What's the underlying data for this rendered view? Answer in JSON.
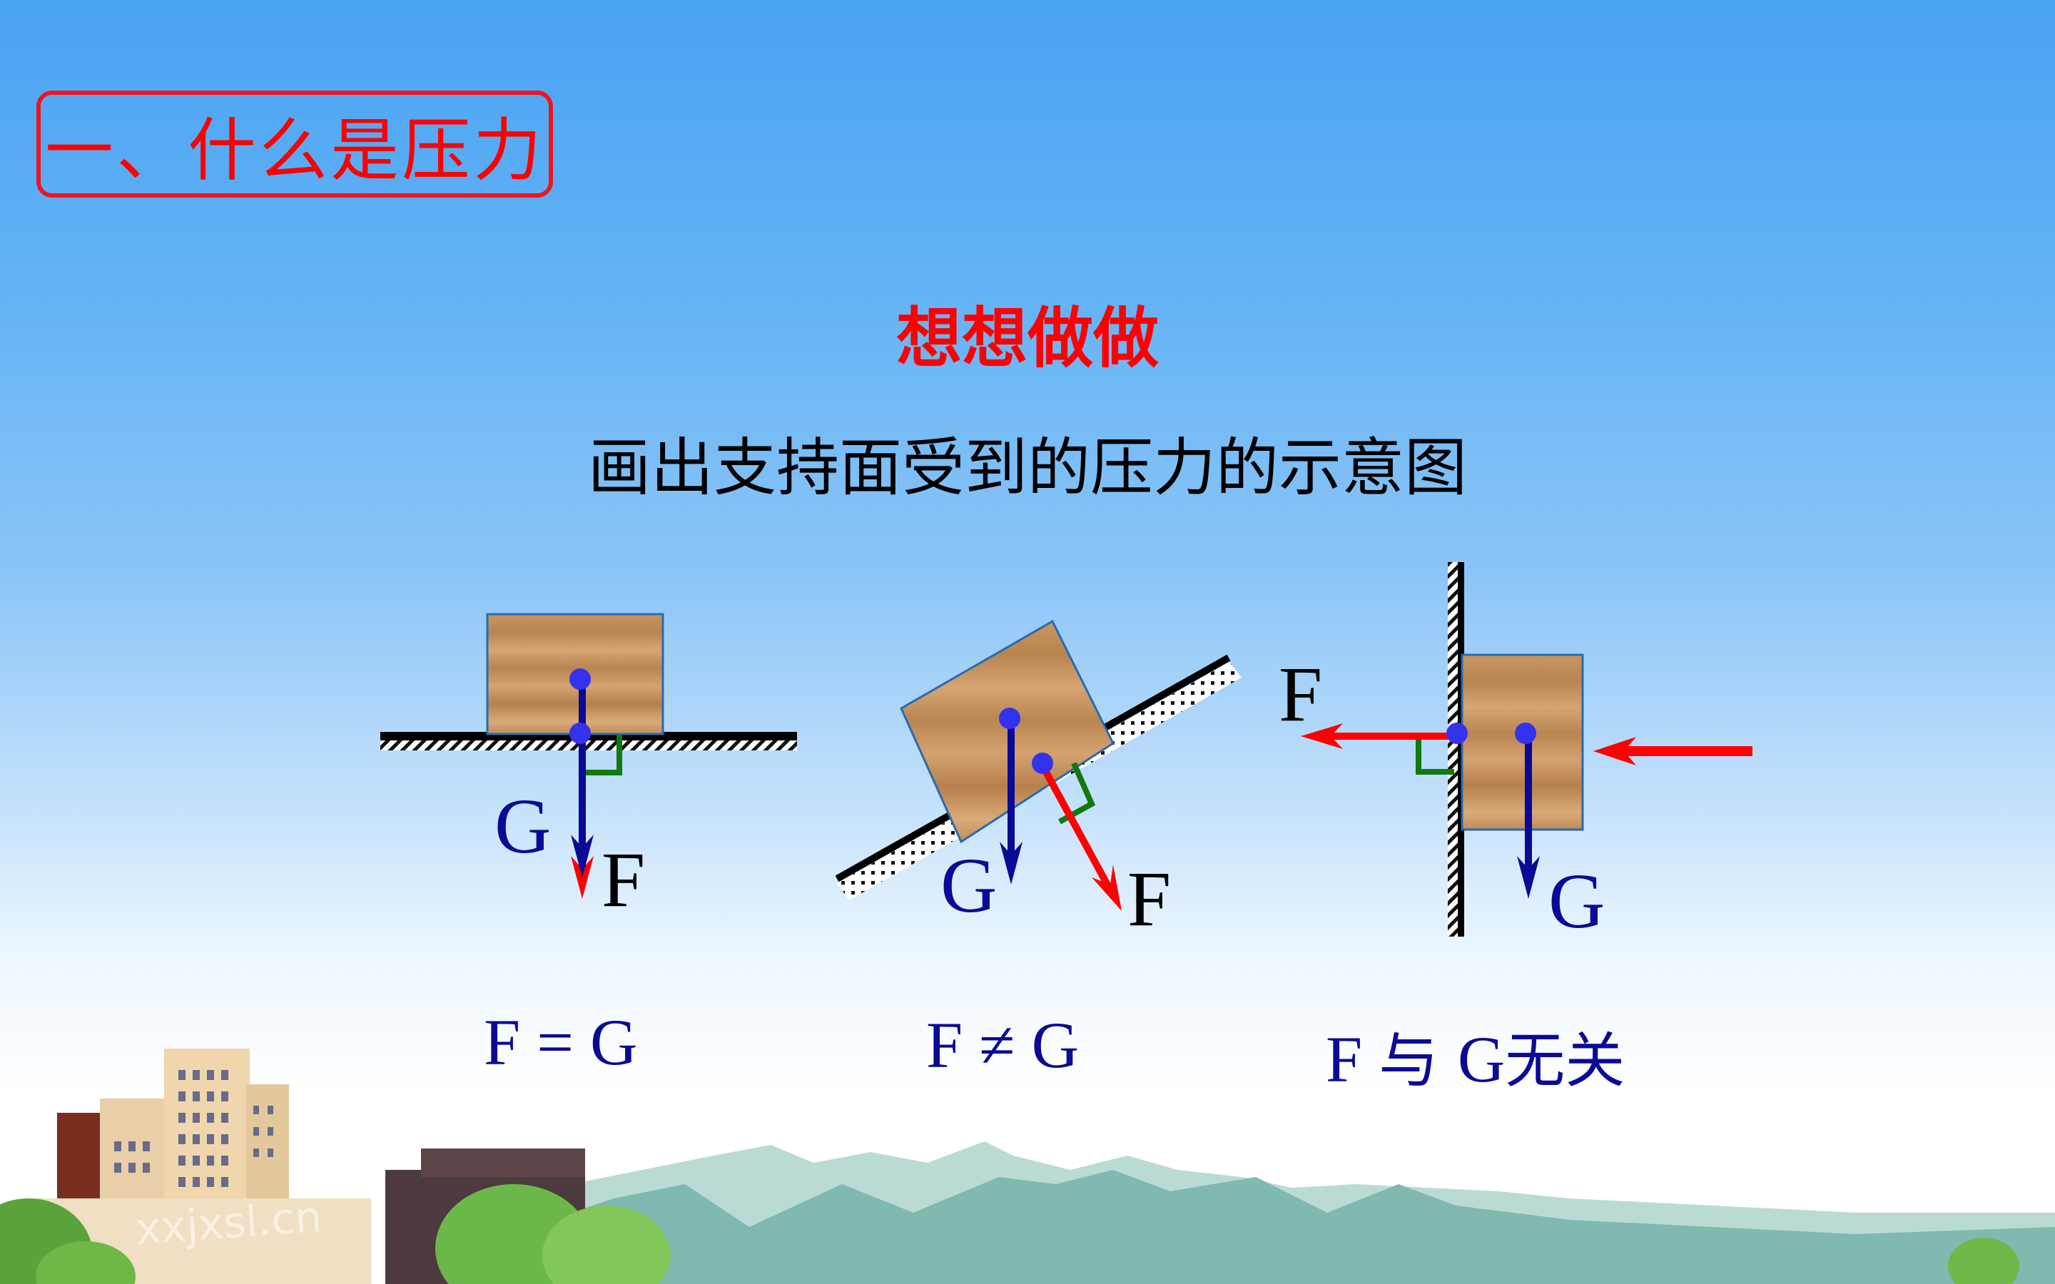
{
  "slide": {
    "section_title": "一、什么是压力",
    "activity_heading": "想想做做",
    "instruction": "画出支持面受到的压力的示意图",
    "watermark": "xxjxsl.cn"
  },
  "diagrams": [
    {
      "name": "horizontal-surface",
      "force_labels": {
        "weight": "G",
        "pressure": "F"
      },
      "caption": "F = G"
    },
    {
      "name": "inclined-surface",
      "force_labels": {
        "weight": "G",
        "pressure": "F"
      },
      "caption": "F ≠ G"
    },
    {
      "name": "vertical-wall",
      "force_labels": {
        "weight": "G",
        "pressure": "F"
      },
      "caption_prefix": "F ",
      "caption_cn": "与 ",
      "caption_mid": "G",
      "caption_suffix": "无关"
    }
  ],
  "colors": {
    "title_red": "#ff0000",
    "weight_blue": "#0a0a96",
    "pressure_red": "#ff0000",
    "point_blue": "#3333ee",
    "right_angle_green": "#107a10",
    "wood": "#c8955e"
  }
}
